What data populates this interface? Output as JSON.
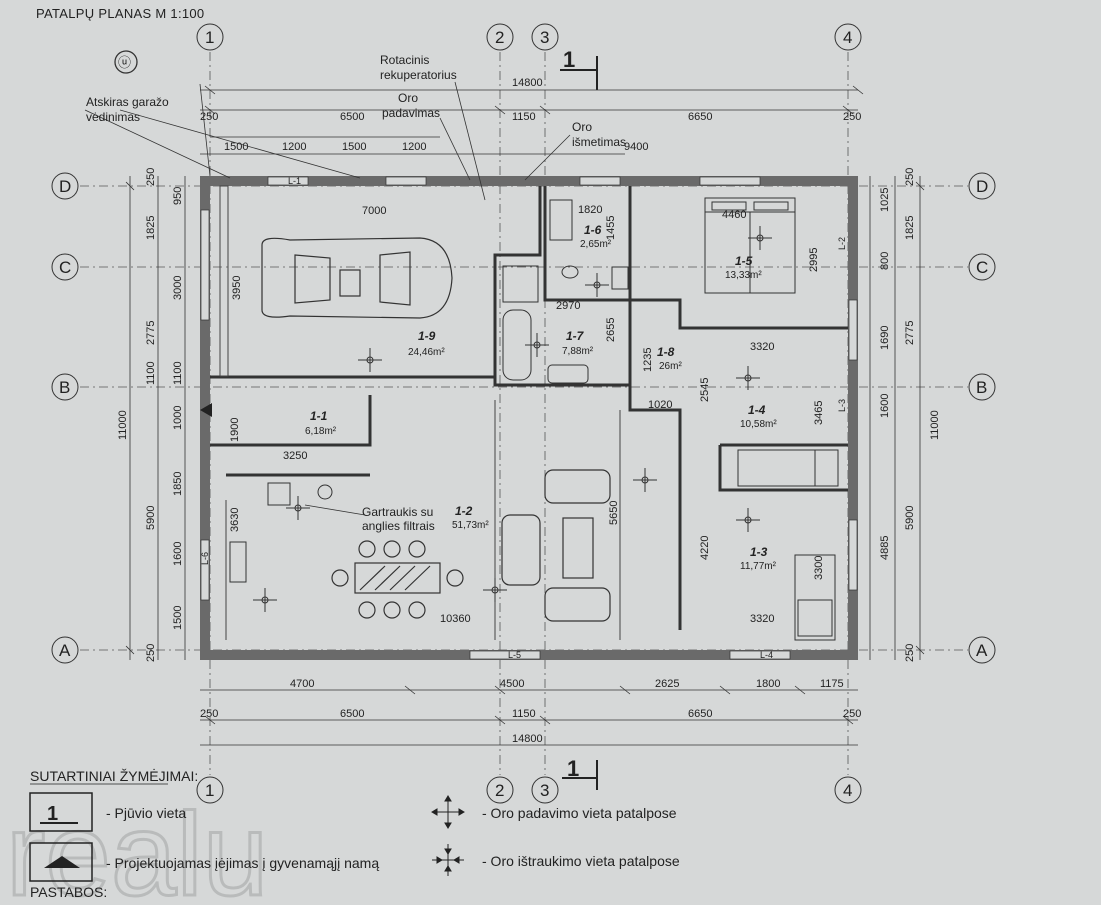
{
  "title": "PATALPŲ PLANAS M 1:100",
  "mark": "ⓤ",
  "axes": {
    "columns": [
      "1",
      "2",
      "3",
      "4"
    ],
    "rows": [
      "D",
      "C",
      "B",
      "A"
    ]
  },
  "section_mark": "1",
  "annotations": {
    "rotacinis_1": "Rotacinis",
    "rotacinis_2": "rekuperatorius",
    "garazo_1": "Atskiras garažo",
    "garazo_2": "vėdinimas",
    "oro_padavimas_1": "Oro",
    "oro_padavimas_2": "padavimas",
    "oro_ismetimas_1": "Oro",
    "oro_ismetimas_2": "išmetimas",
    "gartraukis_1": "Gartraukis su",
    "gartraukis_2": "anglies filtrais"
  },
  "rooms": [
    {
      "id": "1-9",
      "area": "24,46m²"
    },
    {
      "id": "1-1",
      "area": "6,18m²"
    },
    {
      "id": "1-2",
      "area": "51,73m²"
    },
    {
      "id": "1-6",
      "area": "2,65m²"
    },
    {
      "id": "1-7",
      "area": "7,88m²"
    },
    {
      "id": "1-8",
      "area": "26m²"
    },
    {
      "id": "1-5",
      "area": "13,33m²"
    },
    {
      "id": "1-4",
      "area": "10,58m²"
    },
    {
      "id": "1-3",
      "area": "11,77m²"
    }
  ],
  "dims": {
    "top_total": "14800",
    "top_parts": [
      "250",
      "6500",
      "1150",
      "6650",
      "250"
    ],
    "top_sub": [
      "1500",
      "1200",
      "1500",
      "1200"
    ],
    "top_9400": "9400",
    "bottom_parts": [
      "4700",
      "4500",
      "2625",
      "1800",
      "1175"
    ],
    "bottom_row2": [
      "250",
      "6500",
      "1150",
      "6650",
      "250"
    ],
    "bottom_total": "14800",
    "left_total": "11000",
    "left_parts": [
      "250",
      "1825",
      "2775",
      "1100",
      "5900",
      "250"
    ],
    "left_inner": [
      "950",
      "3000",
      "1100",
      "1000",
      "1850",
      "1600",
      "1500"
    ],
    "right_total": "11000",
    "right_parts": [
      "250",
      "1825",
      "2775",
      "5900",
      "250"
    ],
    "right_inner": [
      "1025",
      "800",
      "1690",
      "1600",
      "4885"
    ],
    "interior": [
      "7000",
      "3950",
      "1820",
      "1455",
      "4460",
      "2995",
      "2970",
      "2655",
      "1235",
      "1020",
      "2545",
      "3320",
      "3465",
      "3250",
      "1900",
      "3630",
      "5650",
      "4220",
      "3300",
      "3320",
      "10360"
    ]
  },
  "wall_tags": [
    "L-1",
    "L-2",
    "L-3",
    "L-4",
    "L-5",
    "L-6"
  ],
  "legend": {
    "title": "SUTARTINIAI ŽYMĖJIMAI:",
    "items": [
      {
        "label": "- Pjūvio vieta"
      },
      {
        "label": "- Projektuojamas įėjimas į gyvenamąjį namą"
      },
      {
        "label": "- Oro padavimo vieta patalpose"
      },
      {
        "label": "- Oro ištraukimo vieta patalpose"
      }
    ],
    "notes_title": "PASTABOS:"
  },
  "watermark": "realu",
  "colors": {
    "background": "#d6d8d8",
    "ink": "#222222",
    "wall": "#6a6a6a"
  }
}
